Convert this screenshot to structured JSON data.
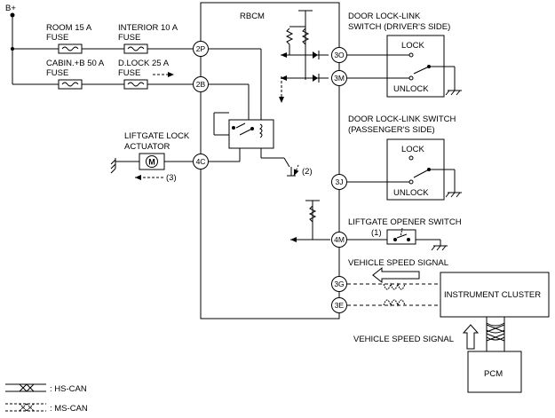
{
  "labels": {
    "bplus": "B+",
    "rbcm": "RBCM",
    "room_fuse_1": "ROOM 15 A",
    "room_fuse_2": "FUSE",
    "interior_fuse_1": "INTERIOR 10 A",
    "interior_fuse_2": "FUSE",
    "cabin_fuse_1": "CABIN.+B 50 A",
    "cabin_fuse_2": "FUSE",
    "dlock_fuse_1": "D.LOCK 25 A",
    "dlock_fuse_2": "FUSE",
    "driver_switch_1": "DOOR  LOCK-LINK",
    "driver_switch_2": "SWITCH (DRIVER'S SIDE)",
    "passenger_switch_1": "DOOR  LOCK-LINK SWITCH",
    "passenger_switch_2": "(PASSENGER'S SIDE)",
    "lock_1": "LOCK",
    "unlock_1": "UNLOCK",
    "lock_2": "LOCK",
    "unlock_2": "UNLOCK",
    "liftgate_actuator_1": "LIFTGATE LOCK",
    "liftgate_actuator_2": "ACTUATOR",
    "motor": "M",
    "callout_1": "(1)",
    "callout_2": "(2)",
    "callout_3": "(3)",
    "opener_switch": "LIFTGATE OPENER SWITCH",
    "vss_top": "VEHICLE SPEED SIGNAL",
    "vss_bottom": "VEHICLE SPEED SIGNAL",
    "cluster": "INSTRUMENT CLUSTER",
    "pcm": "PCM",
    "legend_hs": ": HS-CAN",
    "legend_ms": ": MS-CAN"
  },
  "pins": {
    "p2P": "2P",
    "p2B": "2B",
    "p4C": "4C",
    "p3O": "3O",
    "p3M": "3M",
    "p3J": "3J",
    "p4M": "4M",
    "p3G": "3G",
    "p3E": "3E"
  }
}
